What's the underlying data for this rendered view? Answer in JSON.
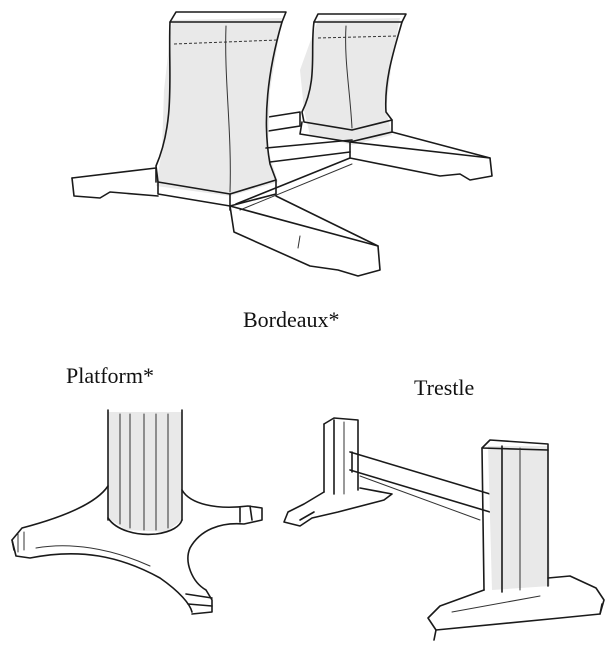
{
  "labels": {
    "bordeaux": "Bordeaux*",
    "platform": "Platform*",
    "trestle": "Trestle"
  },
  "colors": {
    "background": "#ffffff",
    "ink": "#1a1a1a"
  }
}
